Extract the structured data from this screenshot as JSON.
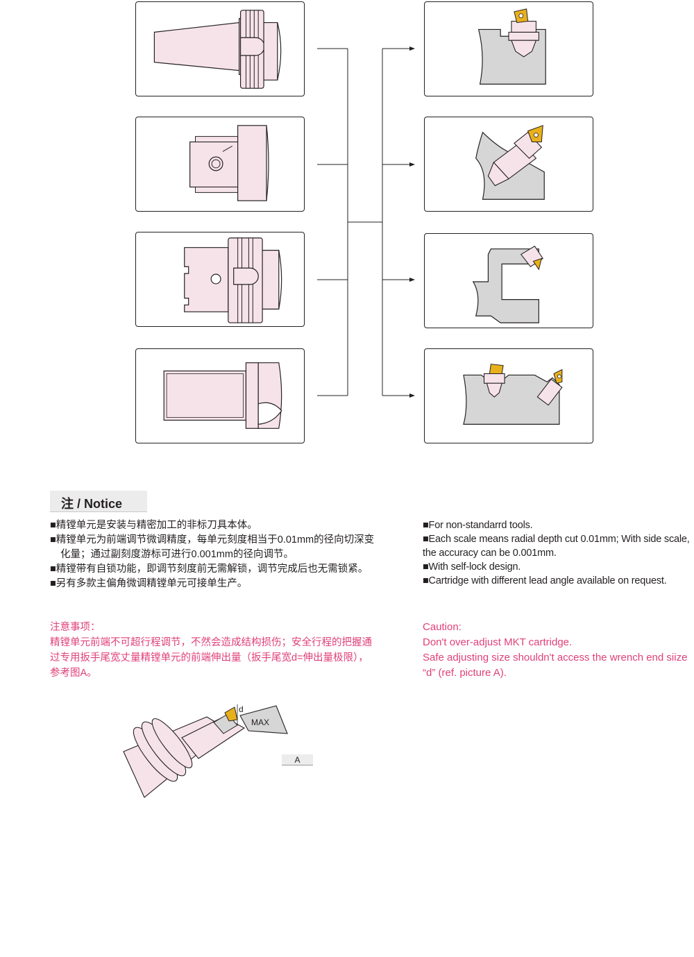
{
  "notice": {
    "title": "注 / Notice"
  },
  "chinese_notes": [
    "■精镗单元是安装与精密加工的非标刀具本体。",
    "■精镗单元为前端调节微调精度，每单元刻度相当于0.01mm的径向切深变化量；通过副刻度游标可进行0.001mm的径向调节。",
    "■精镗带有自锁功能，即调节刻度前无需解锁，调节完成后也无需锁紧。",
    "■另有多款主偏角微调精镗单元可接单生产。"
  ],
  "english_notes": [
    "■For non-standarrd tools.",
    "■Each scale means radial depth cut 0.01mm; With side scale, the accuracy can be 0.001mm.",
    "■With self-lock design.",
    "■Cartridge with different lead angle available on request."
  ],
  "caution_cn": {
    "title": "注意事项：",
    "text": "精镗单元前端不可超行程调节，不然会造成结构损伤；安全行程的把握通过专用扳手尾宽丈量精镗单元的前端伸出量（扳手尾宽d=伸出量极限），参考图A。"
  },
  "caution_en": {
    "title": "Caution:",
    "line1": "Don't over-adjust MKT cartridge.",
    "line2": "Safe adjusting size shouldn't access the wrench end siize “d” (ref. picture A)."
  },
  "figure_a": {
    "d_label": "d",
    "max_label": "MAX",
    "caption": "A"
  },
  "colors": {
    "pink_fill": "#f6e3ea",
    "gray_fill": "#d6d6d6",
    "outline": "#231f20",
    "caution": "#e0407a",
    "insert_yellow": "#e8b01c"
  }
}
